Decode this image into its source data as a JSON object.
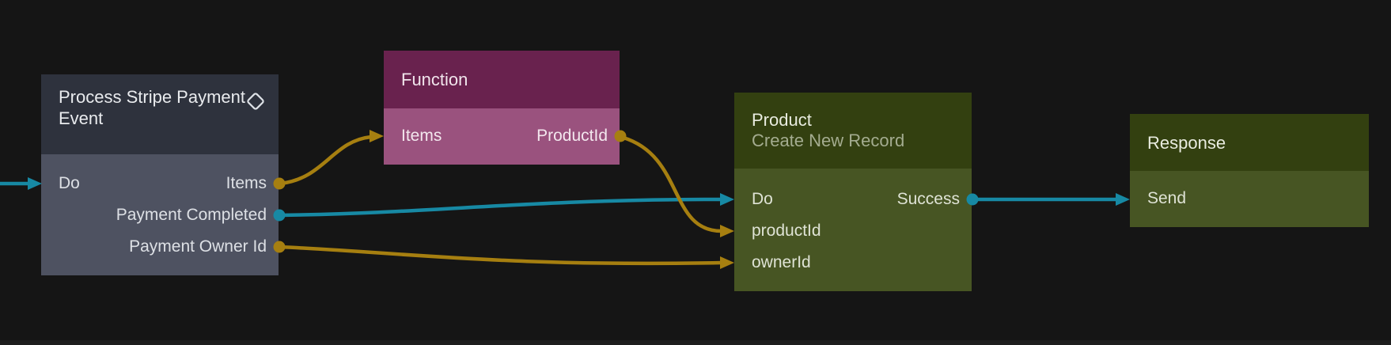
{
  "canvas": {
    "background": "#151515"
  },
  "colors": {
    "edge_teal": "#1789a4",
    "edge_gold": "#a67f10",
    "trigger_header": "#2e323d",
    "trigger_body": "#4e5261",
    "function_header": "#69224e",
    "function_body": "#9a527e",
    "record_header": "#334010",
    "record_body": "#475523"
  },
  "nodes": [
    {
      "title": "Process Stripe Payment Event",
      "icon": "diamond-icon",
      "rows": [
        {
          "left": "Do",
          "right": "Items"
        },
        {
          "left": "",
          "right": "Payment Completed"
        },
        {
          "left": "",
          "right": "Payment Owner Id"
        }
      ]
    },
    {
      "title": "Function",
      "rows": [
        {
          "left": "Items",
          "right": "ProductId"
        }
      ]
    },
    {
      "title": "Product",
      "subtitle": "Create New Record",
      "rows": [
        {
          "left": "Do",
          "right": "Success"
        },
        {
          "left": "productId",
          "right": ""
        },
        {
          "left": "ownerId",
          "right": ""
        }
      ]
    },
    {
      "title": "Response",
      "rows": [
        {
          "left": "Send",
          "right": ""
        }
      ]
    }
  ],
  "edges": [
    {
      "from": "canvas-left",
      "to": "Process Stripe Payment Event.Do",
      "color": "#1789a4"
    },
    {
      "from": "Process Stripe Payment Event.Items",
      "to": "Function.Items",
      "color": "#a67f10"
    },
    {
      "from": "Process Stripe Payment Event.Payment Completed",
      "to": "Product.Do",
      "color": "#1789a4"
    },
    {
      "from": "Function.ProductId",
      "to": "Product.productId",
      "color": "#a67f10"
    },
    {
      "from": "Process Stripe Payment Event.Payment Owner Id",
      "to": "Product.ownerId",
      "color": "#a67f10"
    },
    {
      "from": "Product.Success",
      "to": "Response.Send",
      "color": "#1789a4"
    }
  ]
}
